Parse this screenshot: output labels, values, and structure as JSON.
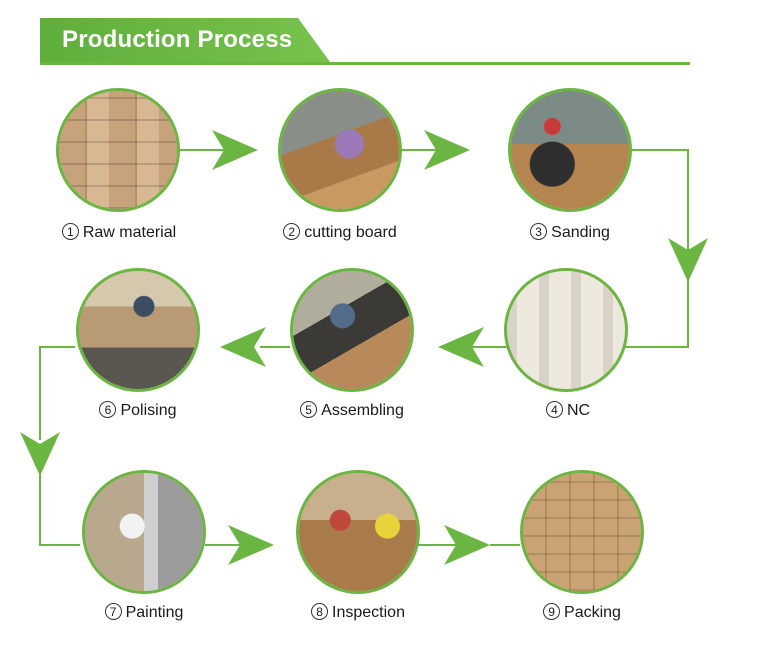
{
  "header": {
    "title": "Production Process"
  },
  "colors": {
    "accent": "#6bb642",
    "header_tab": "#6db443"
  },
  "steps": [
    {
      "num": "1",
      "label": "Raw material"
    },
    {
      "num": "2",
      "label": "cutting board"
    },
    {
      "num": "3",
      "label": "Sanding"
    },
    {
      "num": "4",
      "label": "NC"
    },
    {
      "num": "5",
      "label": "Assembling"
    },
    {
      "num": "6",
      "label": "Polising"
    },
    {
      "num": "7",
      "label": "Painting"
    },
    {
      "num": "8",
      "label": "Inspection"
    },
    {
      "num": "9",
      "label": "Packing"
    }
  ]
}
